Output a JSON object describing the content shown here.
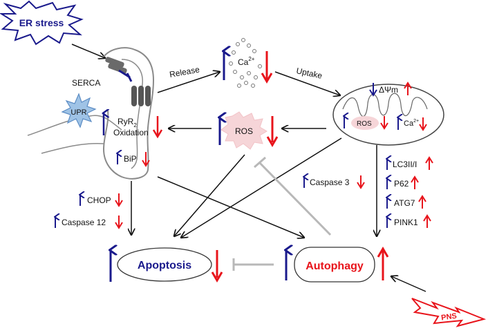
{
  "nodes": {
    "er_stress": "ER stress",
    "serca": "SERCA",
    "upr": "UPR",
    "ryr": "RyR",
    "ryr_sub": "2",
    "oxidation": "Oxidation",
    "bip": "BiP",
    "release": "Release",
    "uptake": "Uptake",
    "ca": "Ca",
    "ca_sup": "2+",
    "ros": "ROS",
    "ros_mito": "ROS",
    "delta_psi": "ΔΨm",
    "lc3": "LC3II/I",
    "p62": "P62",
    "atg7": "ATG7",
    "pink1": "PINK1",
    "caspase3": "Caspase 3",
    "chop": "CHOP",
    "caspase12": "Caspase 12",
    "apoptosis": "Apoptosis",
    "autophagy": "Autophagy",
    "pns": "PNS"
  },
  "colors": {
    "up_arrow": "#1a1a8c",
    "down_arrow": "#e8141b",
    "apoptosis_text": "#1a1a8c",
    "autophagy_text": "#e8141b",
    "er_stress_border": "#1a1a8c",
    "pns_border": "#e8141b",
    "upr_fill": "#9fc3e6",
    "ros_fill": "#f6d5d8",
    "inhibit_line": "#b8b8b8"
  },
  "icons": {
    "up": "up-arrow-icon",
    "down": "down-arrow-icon"
  }
}
